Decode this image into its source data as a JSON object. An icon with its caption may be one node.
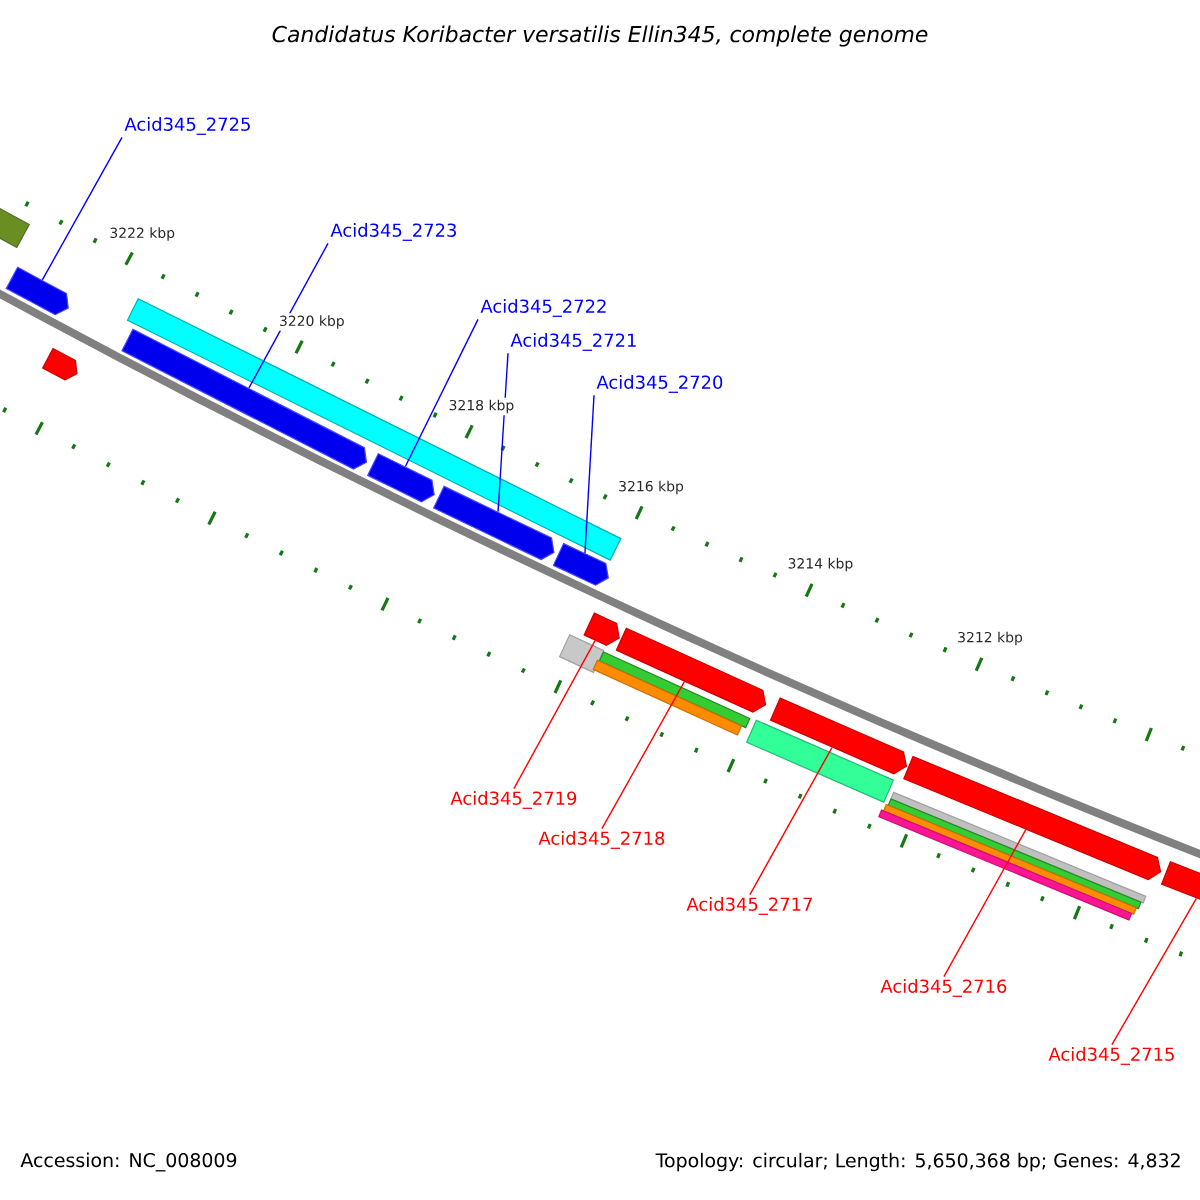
{
  "diagram": {
    "title": "Candidatus Koribacter versatilis Ellin345, complete genome",
    "nodes": [
      {
        "text": [
          "Acid345_2725"
        ]
      },
      {
        "text": [
          "Acid345_2723"
        ]
      },
      {
        "text": [
          "Acid345_2722"
        ]
      },
      {
        "text": [
          "Acid345_2721"
        ]
      },
      {
        "text": [
          "Acid345_2720"
        ]
      },
      {
        "text": [
          "Acid345_2719"
        ]
      },
      {
        "text": [
          "Acid345_2718"
        ]
      },
      {
        "text": [
          "Acid345_2717"
        ]
      },
      {
        "text": [
          "Acid345_2716"
        ]
      },
      {
        "text": [
          "Acid345_2715"
        ]
      },
      {
        "text": [],
        "shape": "bar"
      },
      {
        "text": [],
        "shape": "bar"
      },
      {
        "text": [],
        "shape": "bar"
      },
      {
        "text": [],
        "shape": "bar"
      },
      {
        "text": [],
        "shape": "bar"
      },
      {
        "text": [],
        "shape": "bar"
      },
      {
        "text": [],
        "shape": "bar"
      },
      {
        "text": [],
        "shape": "bar"
      },
      {
        "text": [],
        "shape": "bar"
      },
      {
        "text": [],
        "shape": "bar"
      },
      {
        "text": [],
        "shape": "bar"
      },
      {
        "text": [],
        "shape": "bar"
      },
      {
        "text": [],
        "shape": "bar"
      },
      {
        "text": [],
        "shape": "bar"
      },
      {
        "text": [],
        "shape": "bar"
      },
      {
        "text": [],
        "shape": "bar"
      },
      {
        "text": [],
        "shape": "bar"
      },
      {
        "text": [],
        "shape": "bar"
      },
      {
        "text": [],
        "shape": "bar"
      },
      {
        "text": [],
        "shape": "bar"
      },
      {
        "text": [],
        "shape": "bar"
      }
    ],
    "edges": [
      {
        "from": 0,
        "to": 10,
        "arrow": "none",
        "color": "#0000ff"
      },
      {
        "from": 1,
        "to": 11,
        "arrow": "none",
        "color": "#0000ff"
      },
      {
        "from": 2,
        "to": 12,
        "arrow": "none",
        "color": "#0000ff"
      },
      {
        "from": 3,
        "to": 13,
        "arrow": "none",
        "color": "#0000ff"
      },
      {
        "from": 4,
        "to": 14,
        "arrow": "none",
        "color": "#0000ff"
      },
      {
        "from": 5,
        "to": 15,
        "arrow": "none",
        "color": "#ff0000"
      },
      {
        "from": 6,
        "to": 16,
        "arrow": "none",
        "color": "#ff0000"
      },
      {
        "from": 7,
        "to": 17,
        "arrow": "none",
        "color": "#ff0000"
      },
      {
        "from": 8,
        "to": 18,
        "arrow": "none",
        "color": "#ff0000"
      },
      {
        "from": 9,
        "to": 19,
        "arrow": "none",
        "color": "#ff0000"
      }
    ],
    "labels": [
      "3222 kbp",
      "3220 kbp",
      "3218 kbp",
      "3216 kbp",
      "3214 kbp",
      "3212 kbp",
      "Accession: NC_008009",
      "Topology: circular; Length: 5,650,368 bp; Genes: 4,832"
    ]
  }
}
